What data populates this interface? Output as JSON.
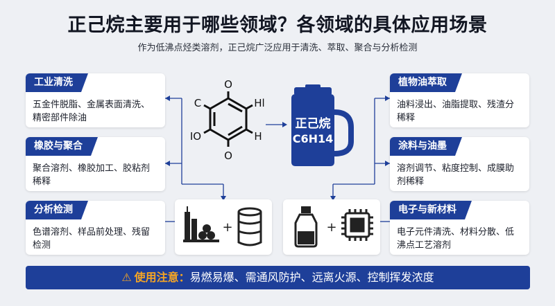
{
  "title": "正己烷主要用于哪些领域？各领域的具体应用场景",
  "subtitle": "作为低沸点烃类溶剂，正己烷广泛应用于清洗、萃取、聚合与分析检测",
  "center": {
    "name": "正己烷",
    "formula": "C6H14",
    "molecule_labels": {
      "top": "O",
      "left": "C",
      "right": "Hl",
      "bottom_left": "IO",
      "bottom_right": "H",
      "bottom": "O"
    }
  },
  "left_cards": [
    {
      "tag": "工业清洗",
      "text": "五金件脱脂、金属表面清洗、精密部件除油"
    },
    {
      "tag": "橡胶与聚合",
      "text": "聚合溶剂、橡胶加工、胶粘剂稀释"
    },
    {
      "tag": "分析检测",
      "text": "色谱溶剂、样品前处理、残留检测"
    }
  ],
  "right_cards": [
    {
      "tag": "植物油萃取",
      "text": "油料浸出、油脂提取、残渣分稀释"
    },
    {
      "tag": "涂料与油墨",
      "text": "溶剂调节、粘度控制、成膜助剂稀释"
    },
    {
      "tag": "电子与新材料",
      "text": "电子元件清洗、材料分散、低沸点工艺溶剂"
    }
  ],
  "icon_cards": [
    {
      "icons": [
        "factory-icon",
        "drum-icon"
      ],
      "plus": "+"
    },
    {
      "icons": [
        "bottle-icon",
        "chip-icon"
      ],
      "plus": "+"
    }
  ],
  "note": {
    "label": "使用注意：",
    "text": "易燃易爆、需通风防护、远离火源、控制挥发浓度",
    "icon": "⚠"
  },
  "colors": {
    "primary": "#1e3f99",
    "accent": "#f5a524",
    "background": "#eef0f4"
  }
}
